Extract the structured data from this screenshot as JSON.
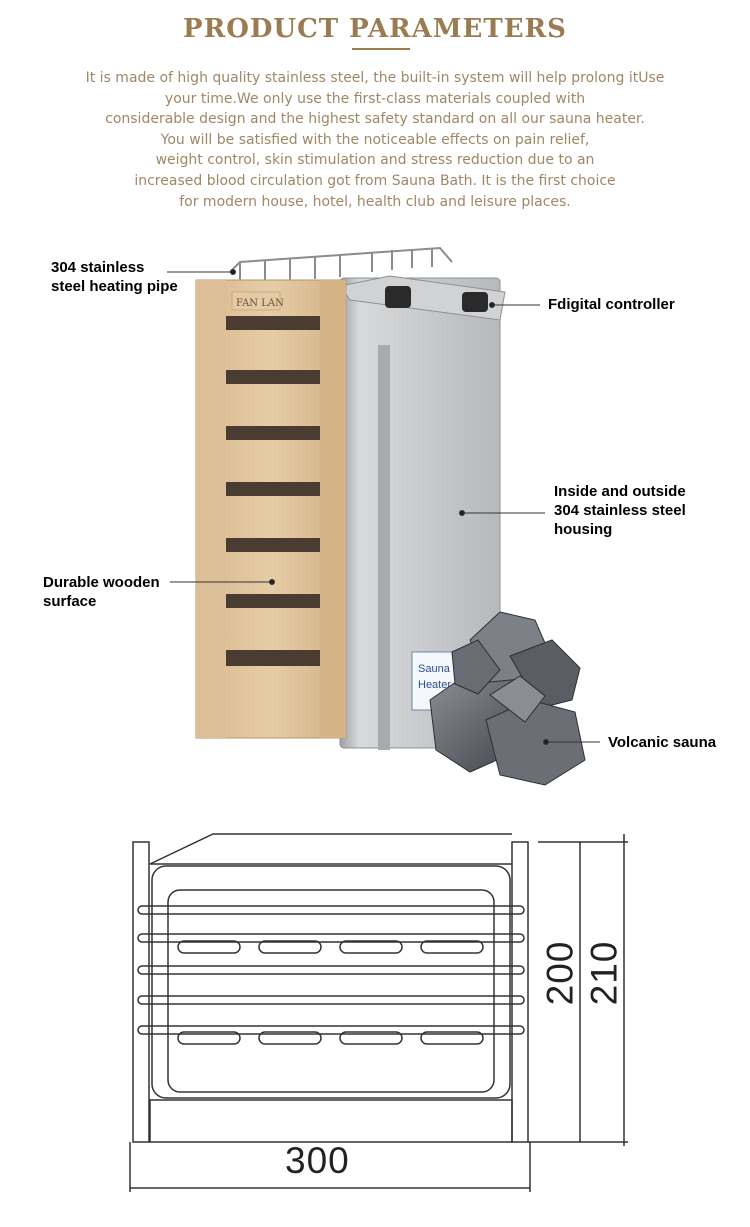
{
  "header": {
    "title": "PRODUCT PARAMETERS"
  },
  "description": {
    "lines": [
      "It is made of high quality stainless steel, the built-in system will help prolong itUse",
      "your time.We only use the first-class materials coupled with",
      "considerable design and the highest safety standard on all our sauna heater.",
      "You will be satisfied with the noticeable effects on pain relief,",
      "weight control, skin stimulation and stress reduction due to an",
      "increased blood circulation got from Sauna Bath. It is the first choice",
      "for modern house, hotel, health club and leisure places."
    ]
  },
  "product_image": {
    "brand_mark": "FAN LAN",
    "plate_line1": "Sauna",
    "plate_line2": "Heater",
    "callouts": {
      "heating_pipe": [
        "304 stainless",
        "steel heating pipe"
      ],
      "controller": [
        "Fdigital controller"
      ],
      "housing": [
        "Inside and outside",
        "304 stainless steel",
        "housing"
      ],
      "wooden_surface": [
        "Durable wooden",
        "surface"
      ],
      "volcanic": [
        "Volcanic sauna"
      ]
    }
  },
  "drawing": {
    "width_label": "300",
    "inner_height_label": "200",
    "outer_height_label": "210"
  }
}
